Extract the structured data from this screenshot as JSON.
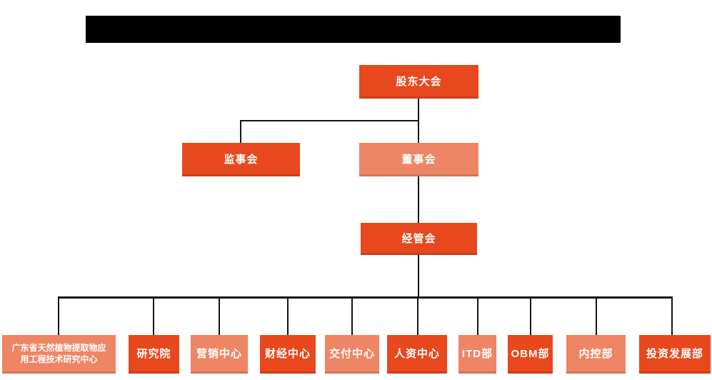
{
  "org": {
    "shareholders": {
      "label": "股东大会"
    },
    "supervisors": {
      "label": "监事会"
    },
    "directors": {
      "label": "董事会"
    },
    "management": {
      "label": "经管会"
    },
    "departments": [
      {
        "label": "广东省天然植物提取物应\n用工程技术研究中心"
      },
      {
        "label": "研究院"
      },
      {
        "label": "营销中心"
      },
      {
        "label": "财经中心"
      },
      {
        "label": "交付中心"
      },
      {
        "label": "人资中心"
      },
      {
        "label": "ITD部"
      },
      {
        "label": "OBM部"
      },
      {
        "label": "内控部"
      },
      {
        "label": "投资发展部"
      }
    ]
  },
  "colors": {
    "primary_orange": "#E8481D",
    "secondary_salmon": "#EE8565",
    "connector_line": "#141414",
    "node_text": "#FFFFFF",
    "redaction": "#000000",
    "background": "#FFFFFF"
  }
}
